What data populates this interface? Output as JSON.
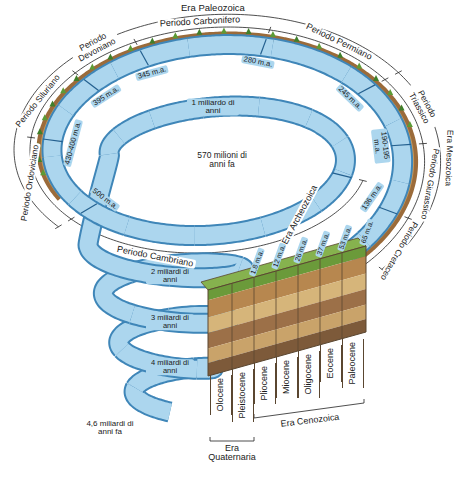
{
  "diagram": {
    "nodes": [
      {
        "text": [
          "Olocene"
        ]
      },
      {
        "text": [
          "Pleistocene"
        ]
      },
      {
        "text": [
          "Pliocene"
        ]
      },
      {
        "text": [
          "Miocene"
        ]
      },
      {
        "text": [
          "Oligocene"
        ]
      },
      {
        "text": [
          "Eocene"
        ]
      },
      {
        "text": [
          "Paleocene"
        ]
      }
    ],
    "labels": [
      "Era Paleozoica",
      "Periodo Carbonifero",
      "Periodo Devoniano",
      "Periodo Permiano",
      "345 m.a.",
      "280 m.a.",
      "395 m.a.",
      "Periodo Siluriano",
      "1 miliardo di anni",
      "245 m.a.",
      "Periodo Triassico",
      "430-400 m.a.",
      "570 milioni di anni fa",
      "190-195 m.a.",
      "Periodo Ordoviciano",
      "Periodo Giurassico",
      "Era Mesozoica",
      "136 m.a.",
      "500 m.a.",
      "Era Archeozoica",
      "Periodo Cambriano",
      "2 miliardi di anni",
      "1,8 m.a.",
      "12 m.a.",
      "26 m.a.",
      "37 m.a.",
      "53 m.a.",
      "65 m.a.",
      "Periodo Cretaceo",
      "3 miliardi di anni",
      "4 miliardi di anni",
      "4,6 miliardi di anni fa",
      "Era Cenozoica",
      "Era Quaternaria"
    ]
  }
}
